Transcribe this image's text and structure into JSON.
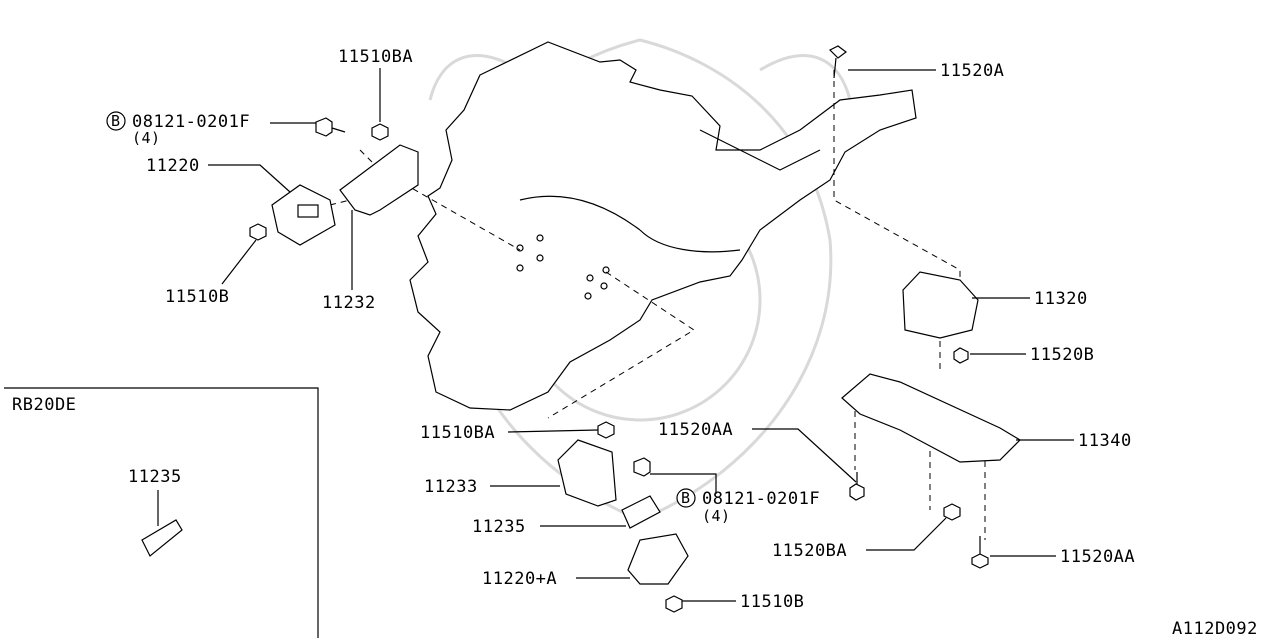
{
  "diagram": {
    "code": "A112D092",
    "labels": {
      "l_11510BA_top": "11510BA",
      "l_bolt_top": "08121-0201F",
      "l_bolt_top_qty": "(4)",
      "l_bolt_top_circle": "B",
      "l_11220": "11220",
      "l_11510B_left": "11510B",
      "l_11232": "11232",
      "l_11520A": "11520A",
      "l_11320": "11320",
      "l_11520B": "11520B",
      "l_11340": "11340",
      "l_11510BA_mid": "11510BA",
      "l_11520AA_mid": "11520AA",
      "l_11233": "11233",
      "l_bolt_mid": "08121-0201F",
      "l_bolt_mid_qty": "(4)",
      "l_bolt_mid_circle": "B",
      "l_11235": "11235",
      "l_11220A": "11220+A",
      "l_11510B_bottom": "11510B",
      "l_11520BA": "11520BA",
      "l_11520AA_bottom": "11520AA"
    },
    "inset": {
      "title": "RB20DE",
      "part": "11235"
    }
  }
}
